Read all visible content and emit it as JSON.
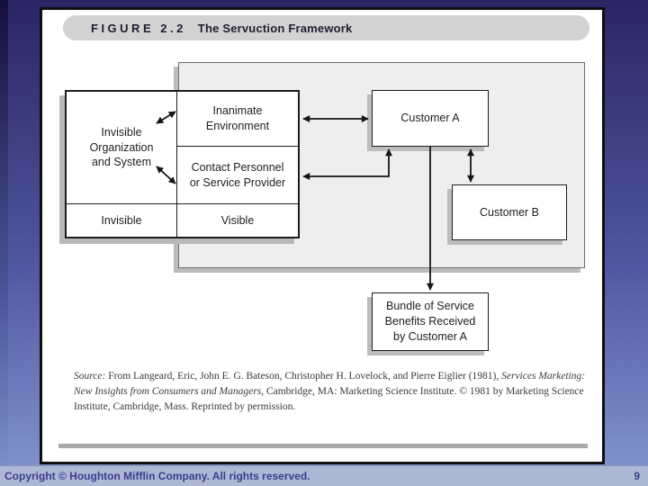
{
  "figure": {
    "number": "FIGURE 2.2",
    "title": "The Servuction Framework"
  },
  "diagram": {
    "invisible_organization": "Invisible\nOrganization\nand System",
    "inanimate_environment": "Inanimate\nEnvironment",
    "contact_personnel": "Contact Personnel\nor Service Provider",
    "invisible_label": "Invisible",
    "visible_label": "Visible",
    "customer_a": "Customer A",
    "customer_b": "Customer B",
    "bundle": "Bundle of Service\nBenefits Received\nby Customer A",
    "connections": [
      {
        "from": "Invisible Organization and System",
        "to": "Inanimate Environment",
        "type": "double-arrow"
      },
      {
        "from": "Invisible Organization and System",
        "to": "Contact Personnel or Service Provider",
        "type": "double-arrow"
      },
      {
        "from": "Inanimate Environment",
        "to": "Customer A",
        "type": "double-arrow"
      },
      {
        "from": "Contact Personnel or Service Provider",
        "to": "Customer A",
        "type": "double-arrow"
      },
      {
        "from": "Customer A",
        "to": "Customer B",
        "type": "double-arrow"
      },
      {
        "from": "Customer A",
        "to": "Bundle of Service Benefits Received by Customer A",
        "type": "arrow"
      }
    ]
  },
  "source": {
    "label_italic": "Source:",
    "text_1": " From Langeard, Eric, John E. G. Bateson, Christopher H. Lovelock, and Pierre Eiglier (1981), ",
    "title_italic": "Services Marketing: New Insights from Consumers and Managers,",
    "text_2": " Cambridge, MA: Marketing Science Institute. © 1981 by Marketing Science Institute, Cambridge, Mass. Reprinted by permission."
  },
  "footer": {
    "copyright": "Copyright © Houghton Mifflin Company. All rights reserved.",
    "page_number": "9"
  },
  "colors": {
    "background_top": "#2b2566",
    "background_bottom": "#8496d3",
    "footer_band": "#aeb8d4",
    "footer_text": "#3d3d8f",
    "title_pill": "#d2d2d2",
    "panel_fill": "#eeeeee",
    "shadow": "#bcbcbc"
  }
}
